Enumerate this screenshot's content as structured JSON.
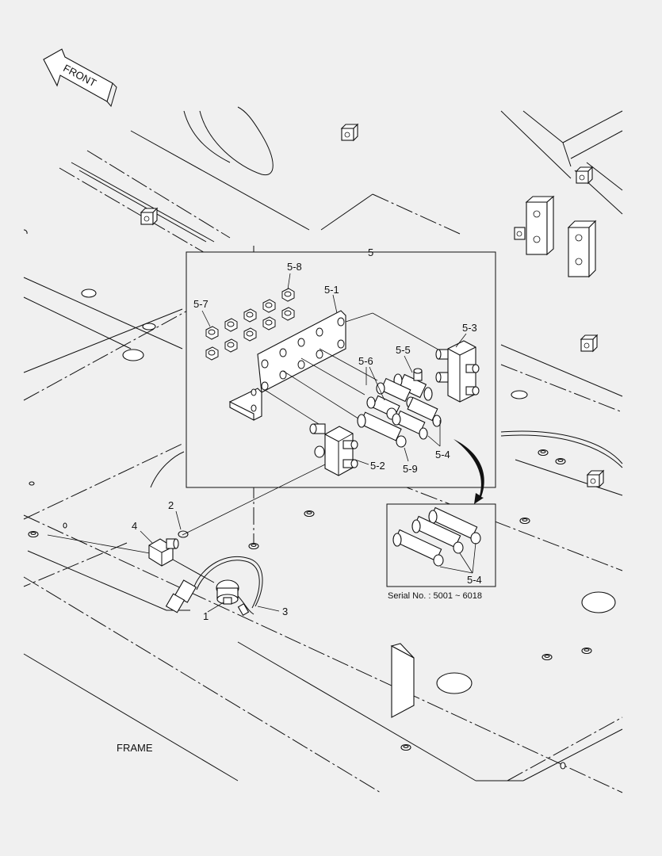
{
  "direction": {
    "front_label": "FRONT"
  },
  "frame_label": "FRAME",
  "serial_note": "Serial No. : 5001 ~ 6018",
  "callouts": {
    "c1": "1",
    "c2": "2",
    "c3": "3",
    "c4": "4",
    "c5": "5",
    "c5_1": "5-1",
    "c5_2": "5-2",
    "c5_3": "5-3",
    "c5_4": "5-4",
    "c5_5": "5-5",
    "c5_6": "5-6",
    "c5_7": "5-7",
    "c5_8": "5-8",
    "c5_9": "5-9",
    "c5_4b": "5-4"
  },
  "colors": {
    "line": "#111111",
    "background": "#f0f0f0",
    "part_fill": "#ffffff"
  }
}
